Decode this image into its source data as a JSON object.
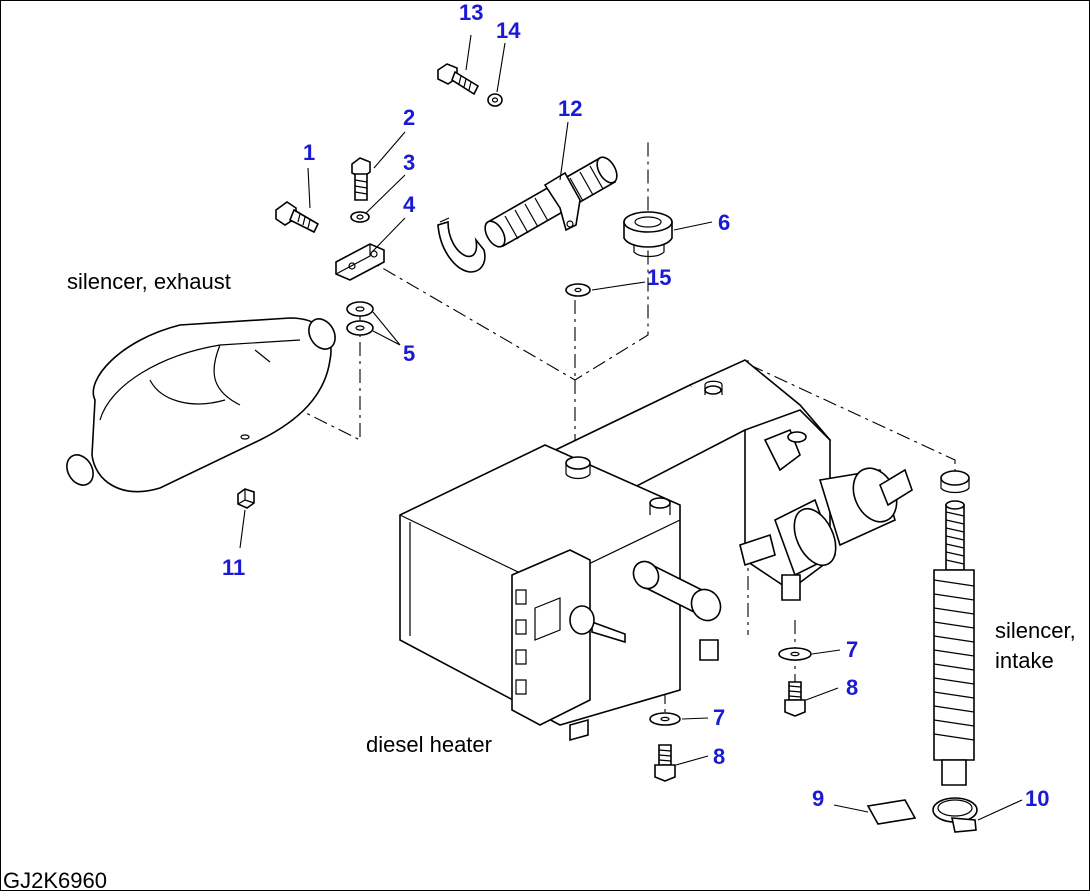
{
  "diagram": {
    "callouts": [
      "1",
      "2",
      "3",
      "4",
      "5",
      "6",
      "7",
      "8",
      "9",
      "10",
      "11",
      "12",
      "13",
      "14",
      "15"
    ],
    "labels": {
      "silencer_exhaust": "silencer, exhaust",
      "silencer_intake_line1": "silencer,",
      "silencer_intake_line2": "intake",
      "diesel_heater": "diesel heater"
    },
    "drawing_code": "GJ2K6960",
    "colors": {
      "callout": "#1a1ad6",
      "line": "#000000",
      "background": "#ffffff"
    }
  }
}
